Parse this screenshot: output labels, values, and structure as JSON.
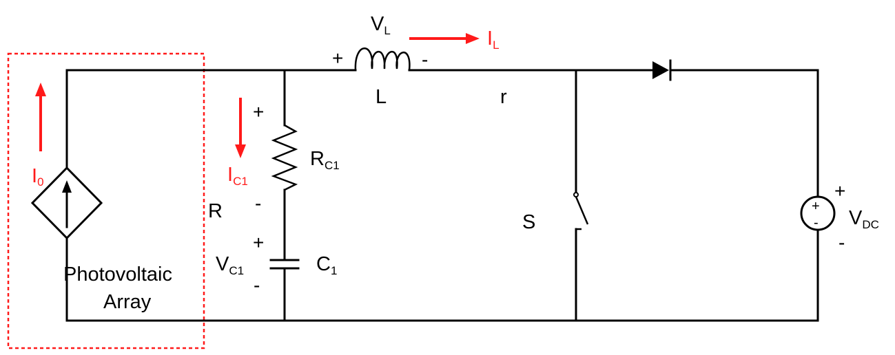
{
  "labels": {
    "pv_line1": "Photovoltaic",
    "pv_line2": "Array",
    "i0_main": "I",
    "i0_sub": "0",
    "vl_main": "V",
    "vl_sub": "L",
    "il_main": "I",
    "il_sub": "L",
    "l": "L",
    "r_small": "r",
    "ic1_main": "I",
    "ic1_sub": "C1",
    "rc1_main": "R",
    "rc1_sub": "C1",
    "r_big": "R",
    "vc1_main": "V",
    "vc1_sub": "C1",
    "c1_main": "C",
    "c1_sub": "1",
    "s": "S",
    "vdc_main": "V",
    "vdc_sub": "DC"
  },
  "signs": {
    "inductor_plus": "+",
    "inductor_minus": "-",
    "resistor_plus": "+",
    "resistor_minus": "-",
    "cap_plus": "+",
    "cap_minus": "-",
    "vdc_plus": "+",
    "vdc_minus": "-",
    "source_plus": "+",
    "source_minus": "-"
  },
  "colors": {
    "wire": "#000000",
    "annotation": "#ff1a1a"
  }
}
